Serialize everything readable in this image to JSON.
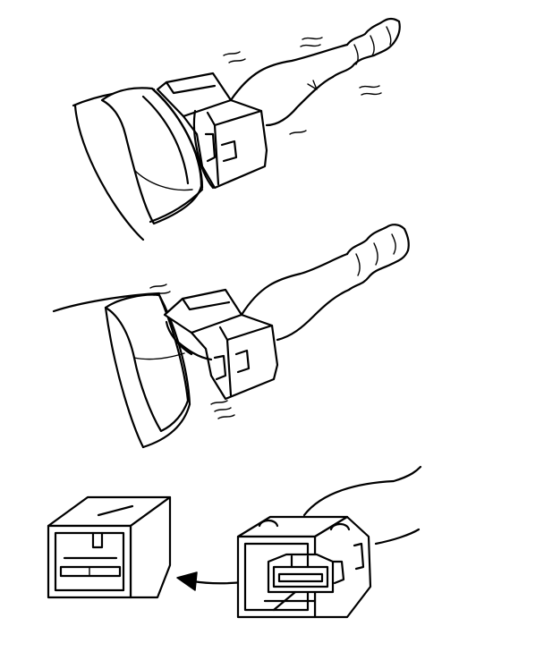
{
  "figure": {
    "panels": [
      {
        "id": "panel-top",
        "depicts": "connector-pressed-together"
      },
      {
        "id": "panel-middle",
        "depicts": "connector-lock-tab-released"
      },
      {
        "id": "panel-bottom",
        "depicts": "connector-halves-separated"
      }
    ],
    "colors": {
      "line": "#000000",
      "background": "#ffffff"
    },
    "icons": [
      "motion-lines",
      "direction-arrow"
    ]
  }
}
